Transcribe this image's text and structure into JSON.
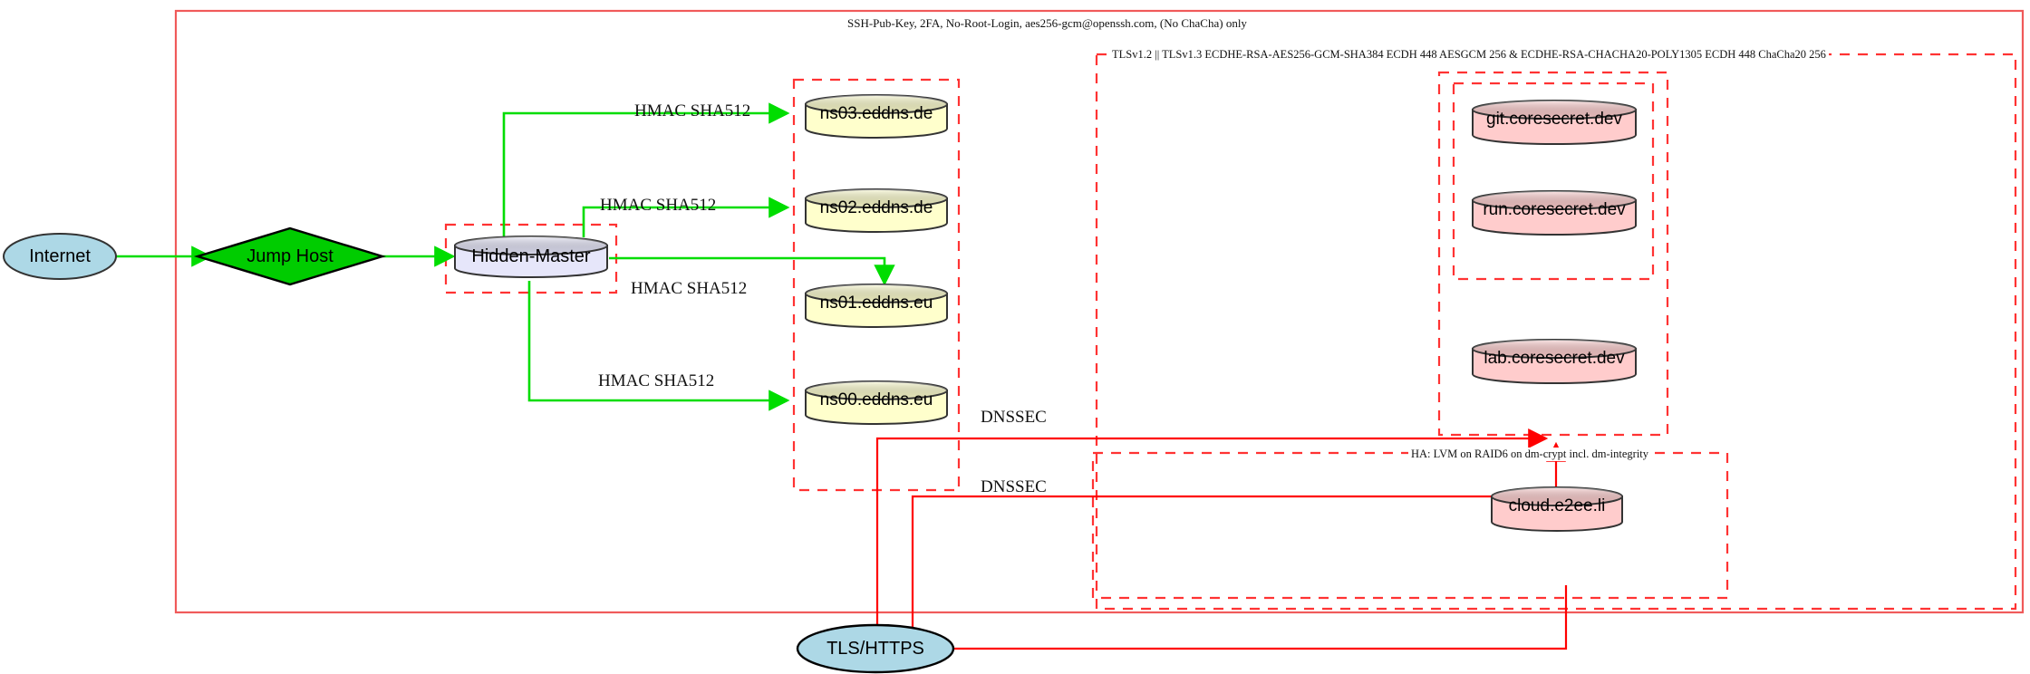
{
  "diagram": {
    "title_label": "SSH-Pub-Key, 2FA, No-Root-Login, aes256-gcm@openssh.com, (No ChaCha) only",
    "tls_cluster_label": "TLSv1.2 || TLSv1.3 ECDHE-RSA-AES256-GCM-SHA384 ECDH 448 AESGCM 256 & ECDHE-RSA-CHACHA20-POLY1305 ECDH 448 ChaCha20 256",
    "ha_cluster_label": "HA: LVM on RAID6 on dm-crypt incl. dm-integrity"
  },
  "nodes": {
    "internet": {
      "label": "Internet",
      "shape": "ellipse",
      "fill": "#add8e6"
    },
    "jump_host": {
      "label": "Jump Host",
      "shape": "diamond",
      "fill": "#00cc00"
    },
    "hidden_master": {
      "label": "Hidden-Master",
      "shape": "cylinder",
      "fill": "#e6e6fa"
    },
    "ns03": {
      "label": "ns03.eddns.de",
      "shape": "cylinder",
      "fill": "#ffffcc"
    },
    "ns02": {
      "label": "ns02.eddns.de",
      "shape": "cylinder",
      "fill": "#ffffcc"
    },
    "ns01": {
      "label": "ns01.eddns.eu",
      "shape": "cylinder",
      "fill": "#ffffcc"
    },
    "ns00": {
      "label": "ns00.eddns.eu",
      "shape": "cylinder",
      "fill": "#ffffcc"
    },
    "git": {
      "label": "git.coresecret.dev",
      "shape": "cylinder",
      "fill": "#ffcccc"
    },
    "run": {
      "label": "run.coresecret.dev",
      "shape": "cylinder",
      "fill": "#ffcccc"
    },
    "lab": {
      "label": "lab.coresecret.dev",
      "shape": "cylinder",
      "fill": "#ffcccc"
    },
    "cloud": {
      "label": "cloud.e2ee.li",
      "shape": "cylinder",
      "fill": "#ffcccc"
    },
    "tls_https": {
      "label": "TLS/HTTPS",
      "shape": "ellipse",
      "fill": "#add8e6"
    }
  },
  "edge_labels": {
    "hmac_ns03": "HMAC SHA512",
    "hmac_ns02": "HMAC SHA512",
    "hmac_ns01": "HMAC SHA512",
    "hmac_ns00": "HMAC SHA512",
    "dnssec_upper": "DNSSEC",
    "dnssec_lower": "DNSSEC"
  },
  "colors": {
    "edge_green": "#00dd00",
    "edge_red": "#ff0000",
    "cluster_red": "#ff3333",
    "outer_border": "#f05a5a",
    "node_stroke": "#333333"
  }
}
